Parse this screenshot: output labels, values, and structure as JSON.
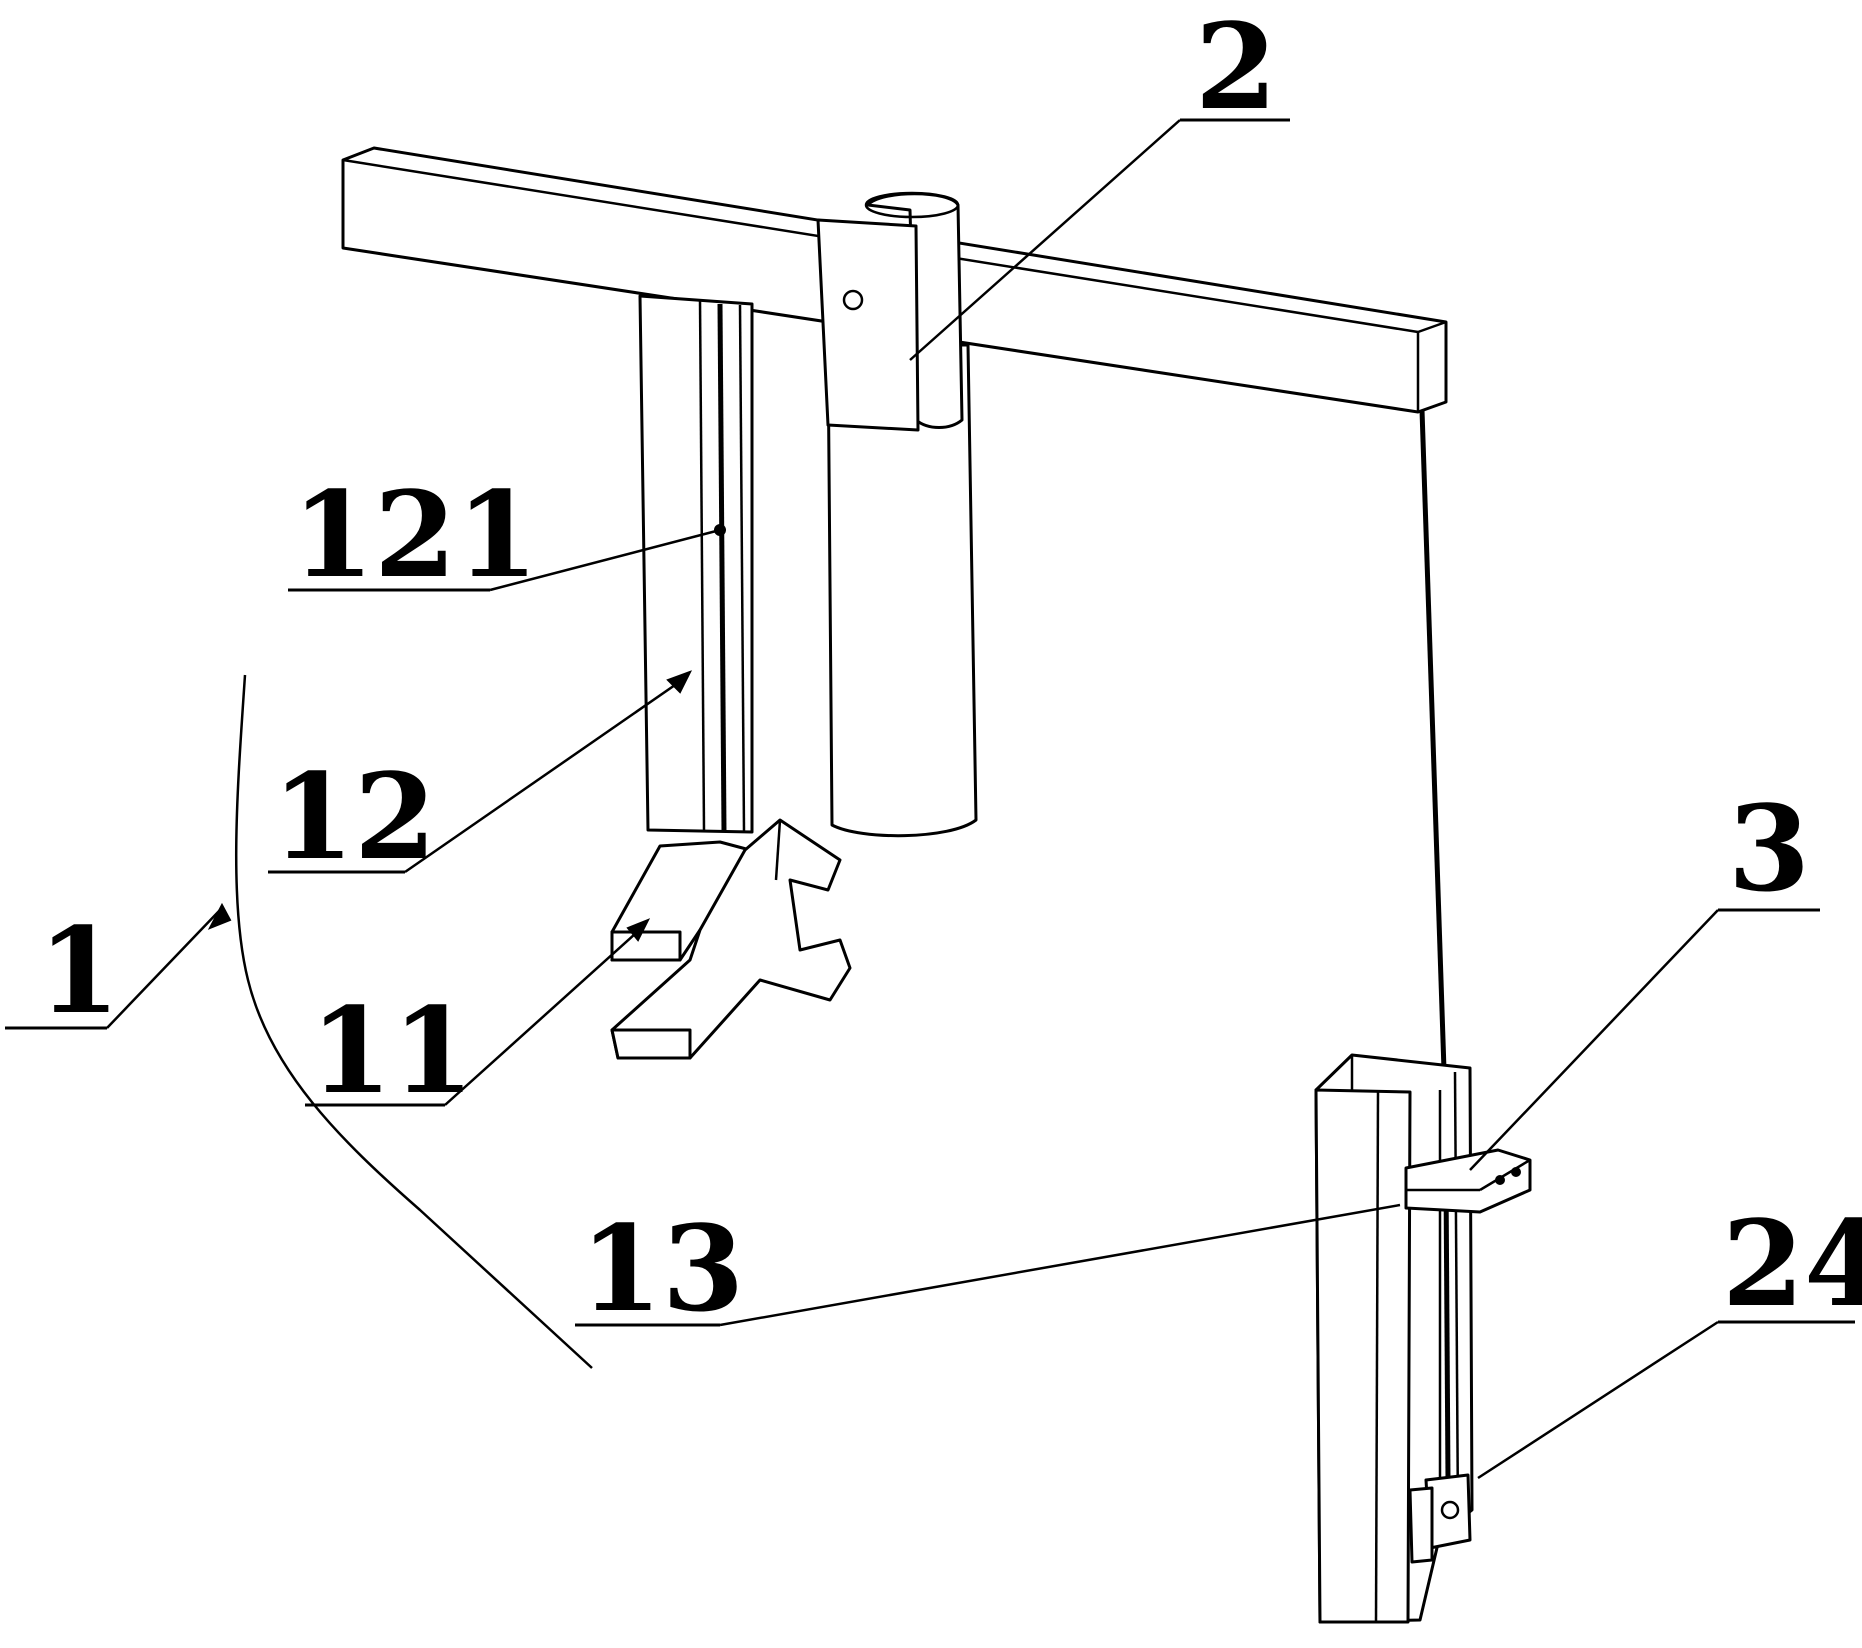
{
  "diagram": {
    "labels": {
      "l1": "1",
      "l2": "2",
      "l3": "3",
      "l11": "11",
      "l12": "12",
      "l13": "13",
      "l24": "24",
      "l121": "121"
    },
    "colors": {
      "line": "#000000",
      "background": "#ffffff"
    }
  }
}
